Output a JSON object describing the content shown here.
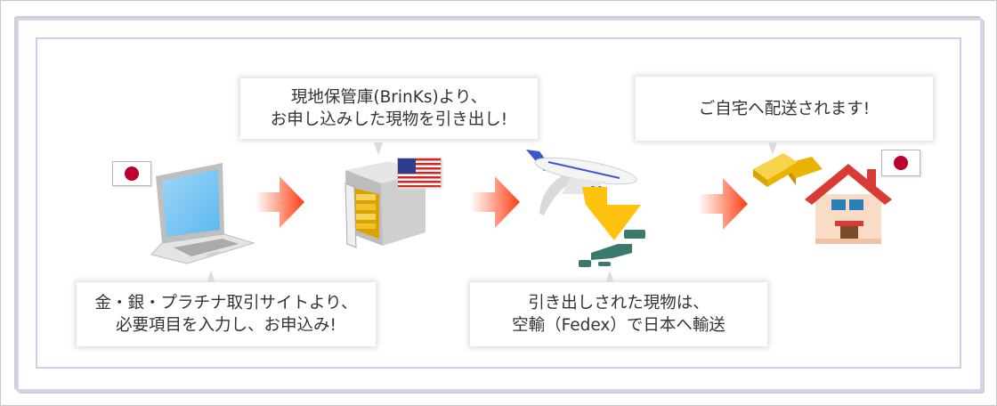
{
  "colors": {
    "frame_border": "#d6d2f0",
    "arrow_orange": "#ff4a1a",
    "text": "#333333",
    "flag_red": "#bc002d",
    "download_arrow": "#ffc20e",
    "japan_map": "#3a7a6c"
  },
  "steps": [
    {
      "id": "order",
      "icon": "laptop-icon",
      "flag": "japan-flag-icon",
      "caption": "金・銀・プラチナ取引サイトより、\n必要項目を入力し、お申込み!"
    },
    {
      "id": "withdraw",
      "icon": "vault-icon",
      "flag": "us-flag-icon",
      "caption": "現地保管庫(BrinKs)より、\nお申し込みした現物を引き出し!"
    },
    {
      "id": "ship",
      "icon": "airplane-icon",
      "caption": "引き出しされた現物は、\n空輸（Fedex）で日本へ輸送"
    },
    {
      "id": "deliver",
      "icon": "house-icon",
      "flag": "japan-flag-icon",
      "caption": "ご自宅へ配送されます!"
    }
  ],
  "arrows": [
    "arrow-right-icon",
    "arrow-right-icon",
    "arrow-right-icon"
  ]
}
